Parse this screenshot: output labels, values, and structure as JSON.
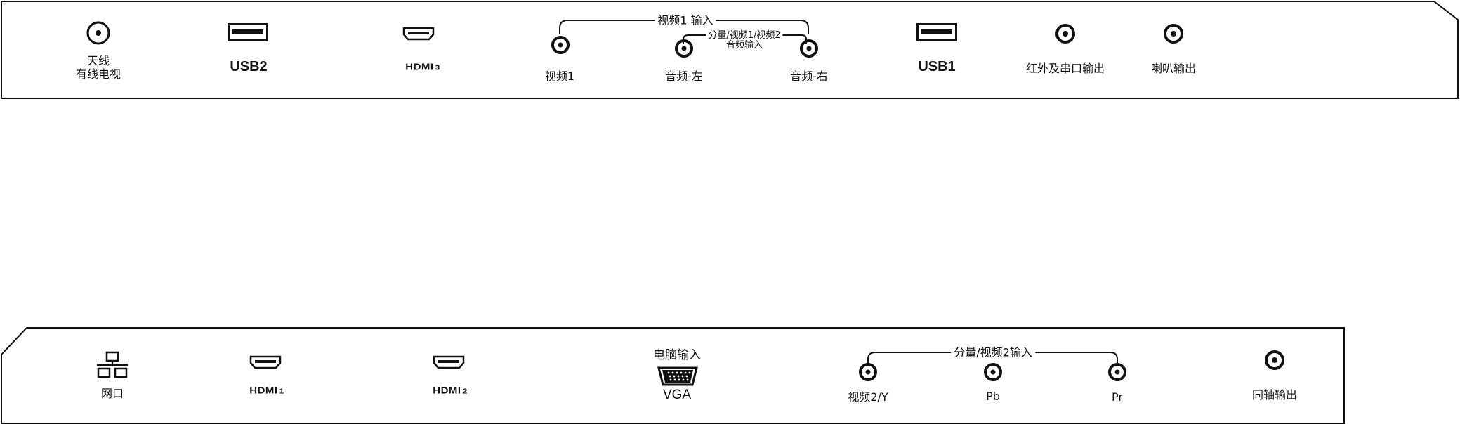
{
  "top_panel": {
    "antenna": {
      "label_line1": "天线",
      "label_line2": "有线电视",
      "icon": "coax-antenna-icon"
    },
    "usb2": {
      "label": "USB2",
      "icon": "usb-port-icon"
    },
    "hdmi3": {
      "label": "HDMI",
      "number": "3",
      "icon": "hdmi-port-icon"
    },
    "video1_group": {
      "label": "视频1 输入"
    },
    "component_audio_group": {
      "label_line1": "分量/视频1/视频2",
      "label_line2": "音频输入"
    },
    "video1": {
      "label": "视频1",
      "icon": "rca-jack-icon"
    },
    "audio_left": {
      "label": "音频-左",
      "icon": "rca-jack-icon"
    },
    "audio_right": {
      "label": "音频-右",
      "icon": "rca-jack-icon"
    },
    "usb1": {
      "label": "USB1",
      "icon": "usb-port-icon"
    },
    "ir_serial_out": {
      "label": "红外及串口输出",
      "icon": "rca-jack-icon"
    },
    "speaker_out": {
      "label": "喇叭输出",
      "icon": "rca-jack-icon"
    }
  },
  "bottom_panel": {
    "network": {
      "label": "网口",
      "icon": "network-lan-icon"
    },
    "hdmi1": {
      "label": "HDMI",
      "number": "1",
      "icon": "hdmi-port-icon"
    },
    "hdmi2": {
      "label": "HDMI",
      "number": "2",
      "icon": "hdmi-port-icon"
    },
    "vga": {
      "label_top": "电脑输入",
      "label_bottom": "VGA",
      "icon": "vga-port-icon"
    },
    "component_group": {
      "label": "分量/视频2输入"
    },
    "video2_y": {
      "label": "视频2/Y",
      "icon": "rca-jack-icon"
    },
    "pb": {
      "label": "Pb",
      "icon": "rca-jack-icon"
    },
    "pr": {
      "label": "Pr",
      "icon": "rca-jack-icon"
    },
    "coaxial_out": {
      "label": "同轴输出",
      "icon": "rca-jack-icon"
    }
  }
}
